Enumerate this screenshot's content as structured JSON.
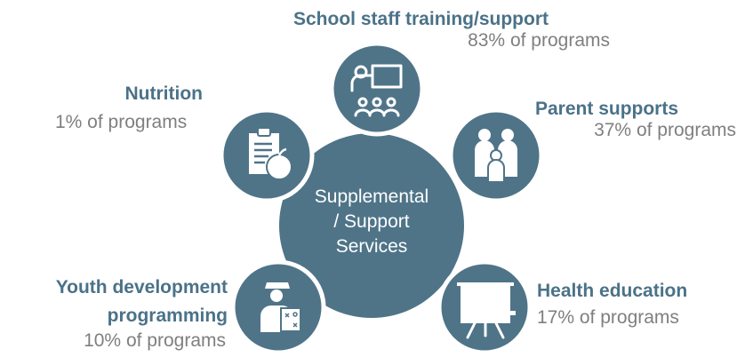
{
  "center": {
    "lines": [
      "Supplemental",
      "/ Support",
      "Services"
    ]
  },
  "colors": {
    "circle_fill": "#4f7488",
    "circle_stroke": "#ffffff",
    "title": "#4b7288",
    "stat": "#7f7f7f"
  },
  "services": [
    {
      "key": "school-staff",
      "icon": "teacher-classroom-icon",
      "title_lines": [
        "School staff training/support"
      ],
      "stat": "83% of programs"
    },
    {
      "key": "parent",
      "icon": "family-icon",
      "title_lines": [
        "Parent supports"
      ],
      "stat": "37% of programs"
    },
    {
      "key": "health",
      "icon": "presentation-board-icon",
      "title_lines": [
        "Health education"
      ],
      "stat": "17% of programs"
    },
    {
      "key": "youth",
      "icon": "coach-playbook-icon",
      "title_lines": [
        "Youth development",
        "programming"
      ],
      "stat": "10% of programs"
    },
    {
      "key": "nutrition",
      "icon": "clipboard-apple-icon",
      "title_lines": [
        "Nutrition"
      ],
      "stat": "1% of programs"
    }
  ]
}
